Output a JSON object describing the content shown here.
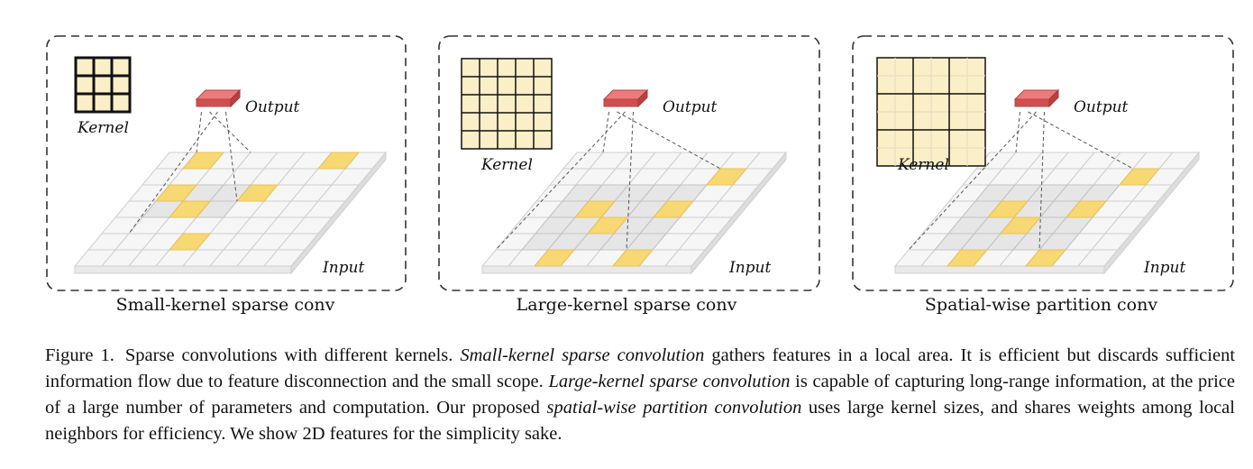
{
  "panels": [
    {
      "title": "Small-kernel sparse conv",
      "kernel_label": "Kernel",
      "output_label": "Output",
      "input_label": "Input",
      "kernel_size": 3
    },
    {
      "title": "Large-kernel sparse conv",
      "kernel_label": "Kernel",
      "output_label": "Output",
      "input_label": "Input",
      "kernel_size": 5
    },
    {
      "title": "Spatial-wise partition conv",
      "kernel_label": "Kernel",
      "output_label": "Output",
      "input_label": "Input",
      "kernel_size": 3
    }
  ],
  "caption": {
    "label": "Figure 1.",
    "segments": [
      {
        "text": "Sparse convolutions with different kernels. ",
        "italic": false
      },
      {
        "text": "Small-kernel sparse convolution",
        "italic": true
      },
      {
        "text": " gathers features in a local area. It is efficient but discards sufficient information flow due to feature disconnection and the small scope. ",
        "italic": false
      },
      {
        "text": "Large-kernel sparse convolution",
        "italic": true
      },
      {
        "text": " is capable of capturing long-range information, at the price of a large number of parameters and computation. Our proposed ",
        "italic": false
      },
      {
        "text": "spatial-wise partition convolution",
        "italic": true
      },
      {
        "text": " uses large kernel sizes, and shares weights among local neighbors for efficiency. We show 2D features for the simplicity sake.",
        "italic": false
      }
    ]
  },
  "colors": {
    "kernel_fill": "#fbefc8",
    "active_cell": "#f7d873",
    "output_top": "#ee7b7b",
    "output_side": "#cf4f4f",
    "grid_fill": "#f6f6f6",
    "grid_line": "#cfcfcf",
    "border": "#333333"
  }
}
